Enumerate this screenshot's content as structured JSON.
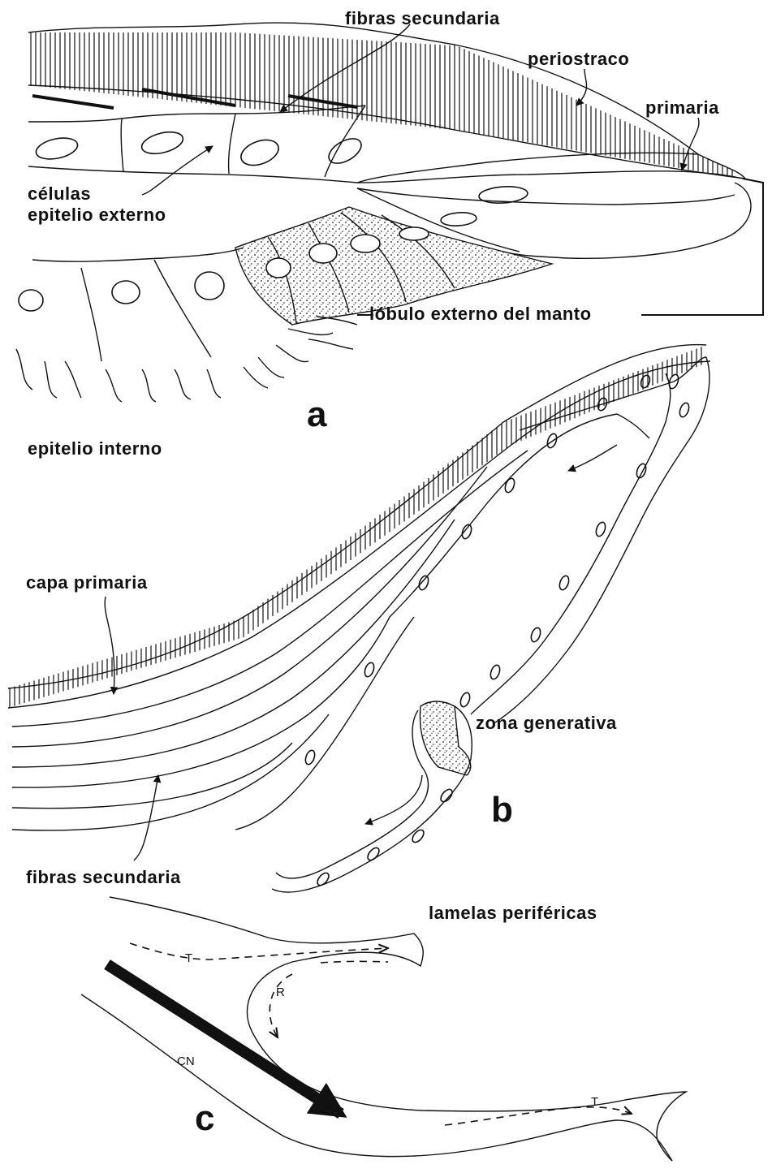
{
  "labels": {
    "fibras_secundaria_top": "fibras secundaria",
    "periostraco": "periostraco",
    "primaria": "primaria",
    "celulas": "células",
    "epitelio_externo": "epitelio externo",
    "lobulo": "lóbulo externo del manto",
    "panel_a": "a",
    "epitelio_interno": "epitelio interno",
    "capa_primaria": "capa primaria",
    "zona_generativa": "zona generativa",
    "panel_b": "b",
    "fibras_secundaria_bottom": "fibras secundaria",
    "lamelas": "lamelas periféricas",
    "T1": "T",
    "R": "R",
    "CN": "CN",
    "T2": "T",
    "panel_c": "c"
  },
  "colors": {
    "ink": "#111111",
    "paper": "#ffffff"
  }
}
